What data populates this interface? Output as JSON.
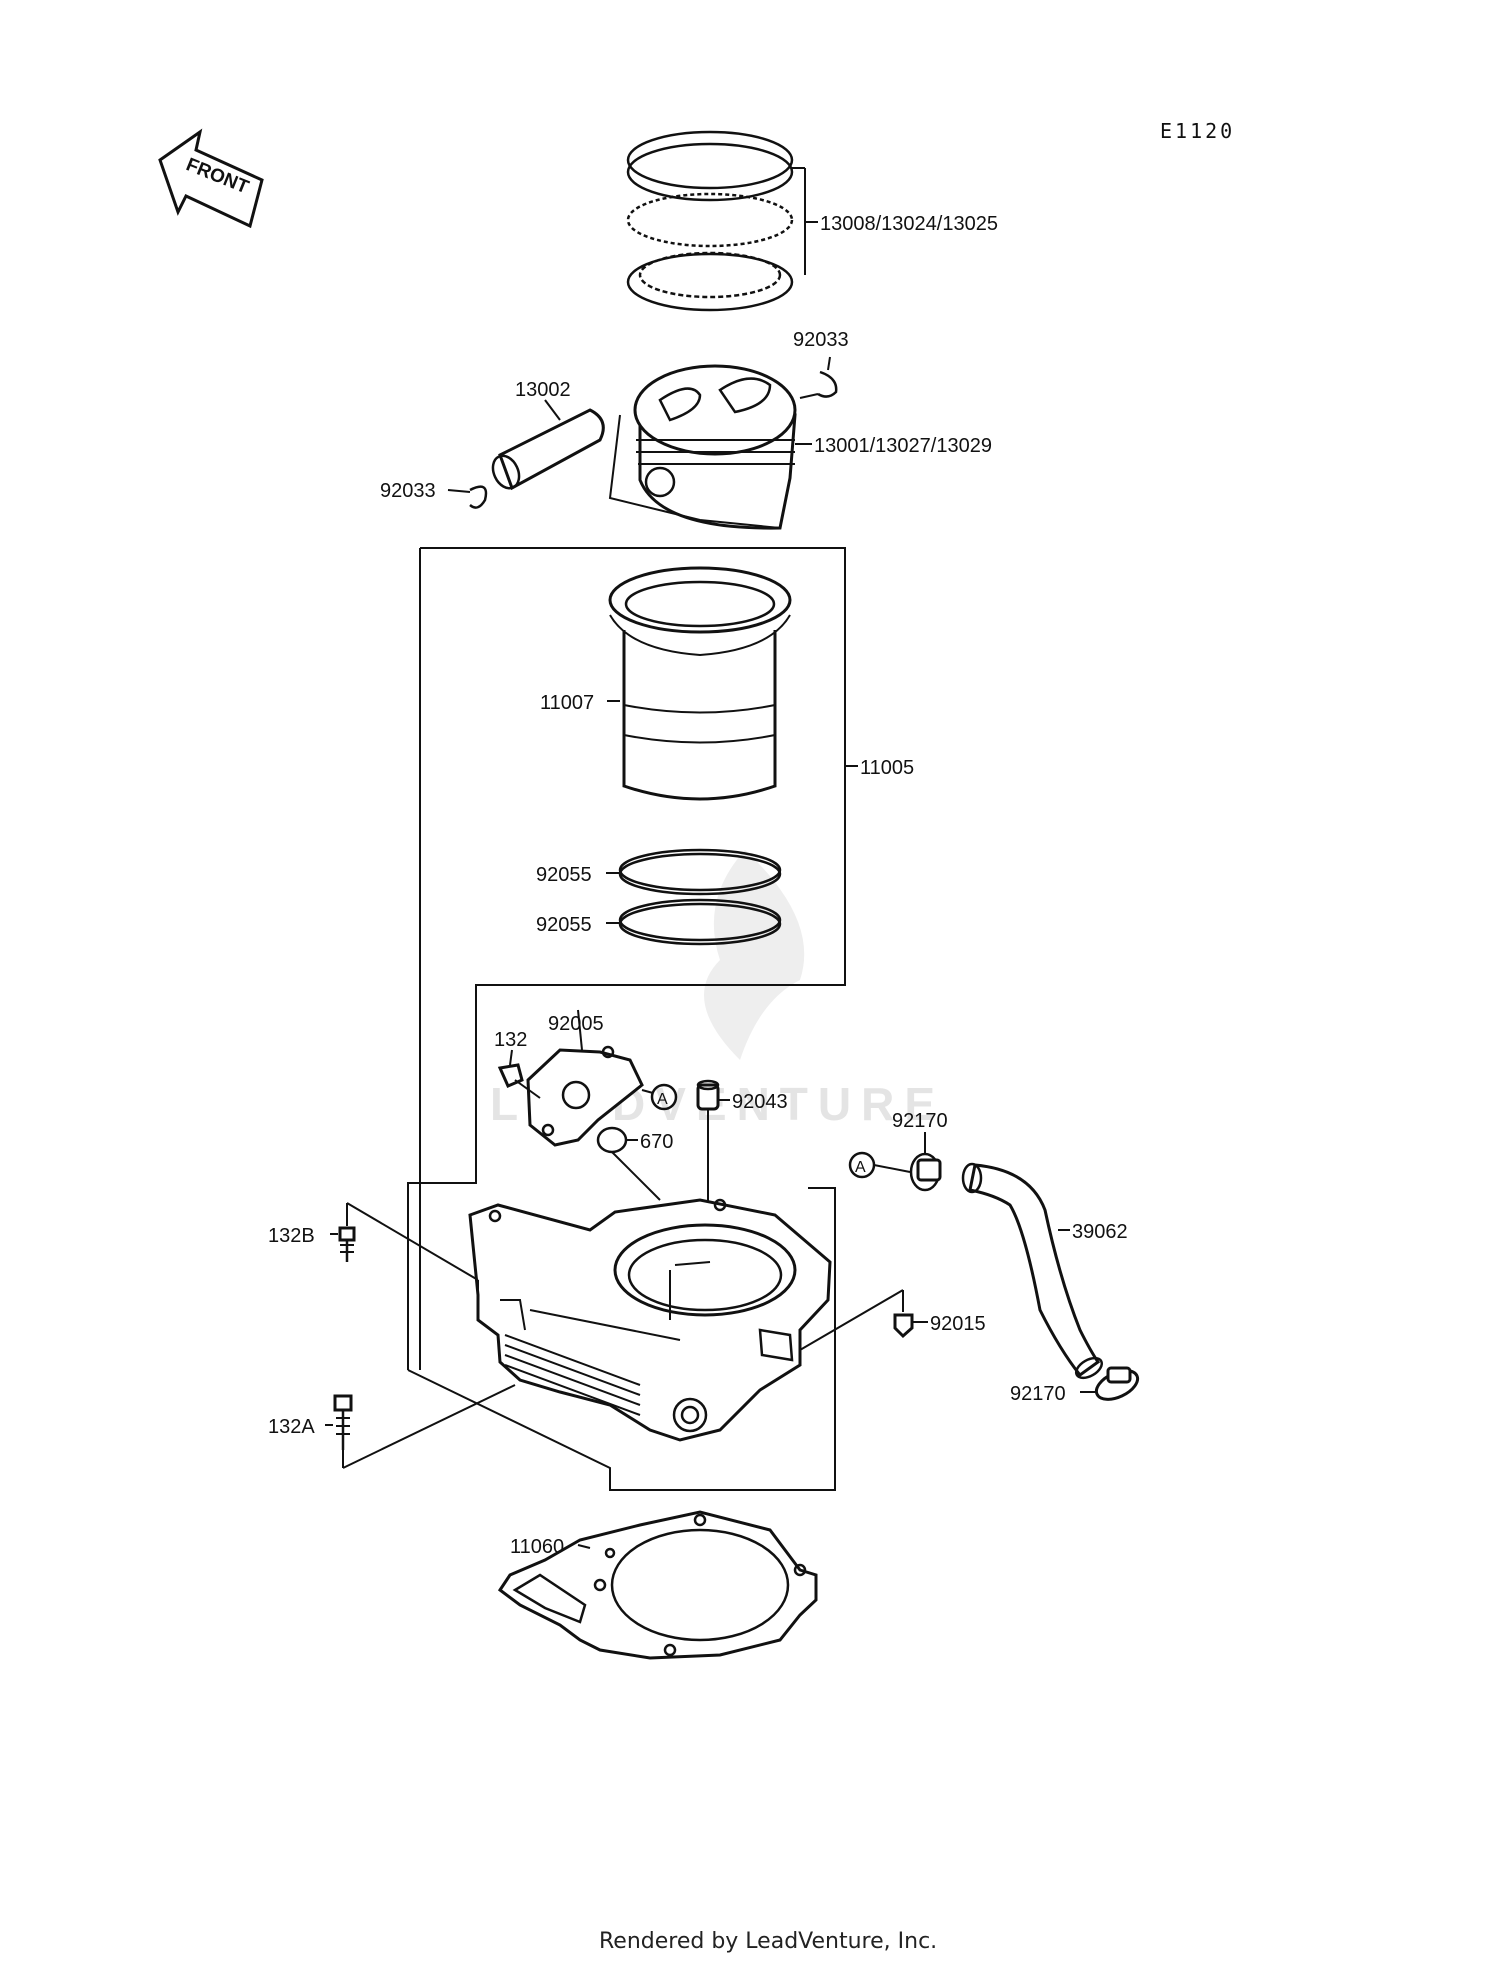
{
  "diagram_code": "E1120",
  "front_label": "FRONT",
  "watermark": "LEADVENTURE",
  "footer": "Rendered by LeadVenture, Inc.",
  "circle_marker": "A",
  "labels": {
    "rings": "13008/13024/13025",
    "piston": "13001/13027/13029",
    "circlip_right": "92033",
    "circlip_left": "92033",
    "piston_pin": "13002",
    "sleeve": "11007",
    "cylinder_assy": "11005",
    "oring_upper": "92055",
    "oring_lower": "92055",
    "fitting": "92005",
    "bolt_small": "132",
    "dowel": "92043",
    "oring_fitting": "670",
    "clamp_top": "92170",
    "hose": "39062",
    "bolt_b": "132B",
    "plug": "92015",
    "clamp_bottom": "92170",
    "bolt_a": "132A",
    "gasket": "11060"
  }
}
